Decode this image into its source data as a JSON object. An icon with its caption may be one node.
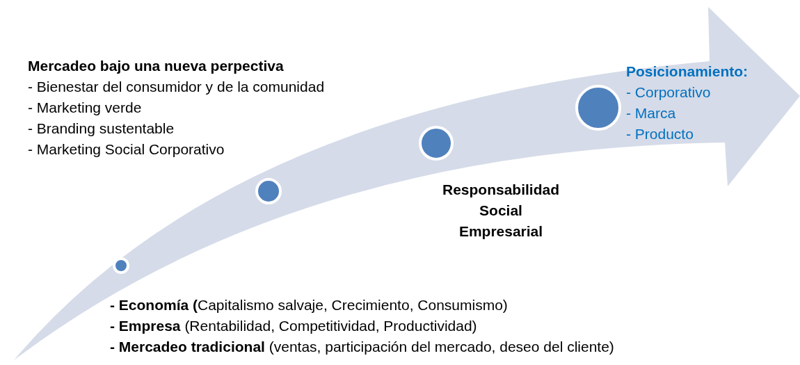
{
  "diagram": {
    "nodes": [
      {
        "text": [],
        "shape": "circle",
        "beside": [
          "**- Economía (**Capitalismo salvaje, Crecimiento, Consumismo)",
          "**- Empresa** (Rentabilidad, Competitividad, Productividad)",
          "**- Mercadeo tradicional** (ventas, participación del mercado, deseo del cliente)"
        ]
      },
      {
        "text": [],
        "shape": "circle",
        "beside": [
          "Mercadeo bajo una nueva perpectiva",
          "- Bienestar del consumidor y de la comunidad",
          "- Marketing verde",
          "- Branding sustentable",
          "- Marketing Social Corporativo"
        ]
      },
      {
        "text": [],
        "shape": "circle",
        "beside": [
          "Responsabilidad Social Empresarial"
        ]
      },
      {
        "text": [],
        "shape": "circle",
        "beside": [
          "Posicionamiento:",
          "- Corporativo",
          "- Marca",
          "- Producto"
        ]
      }
    ]
  }
}
